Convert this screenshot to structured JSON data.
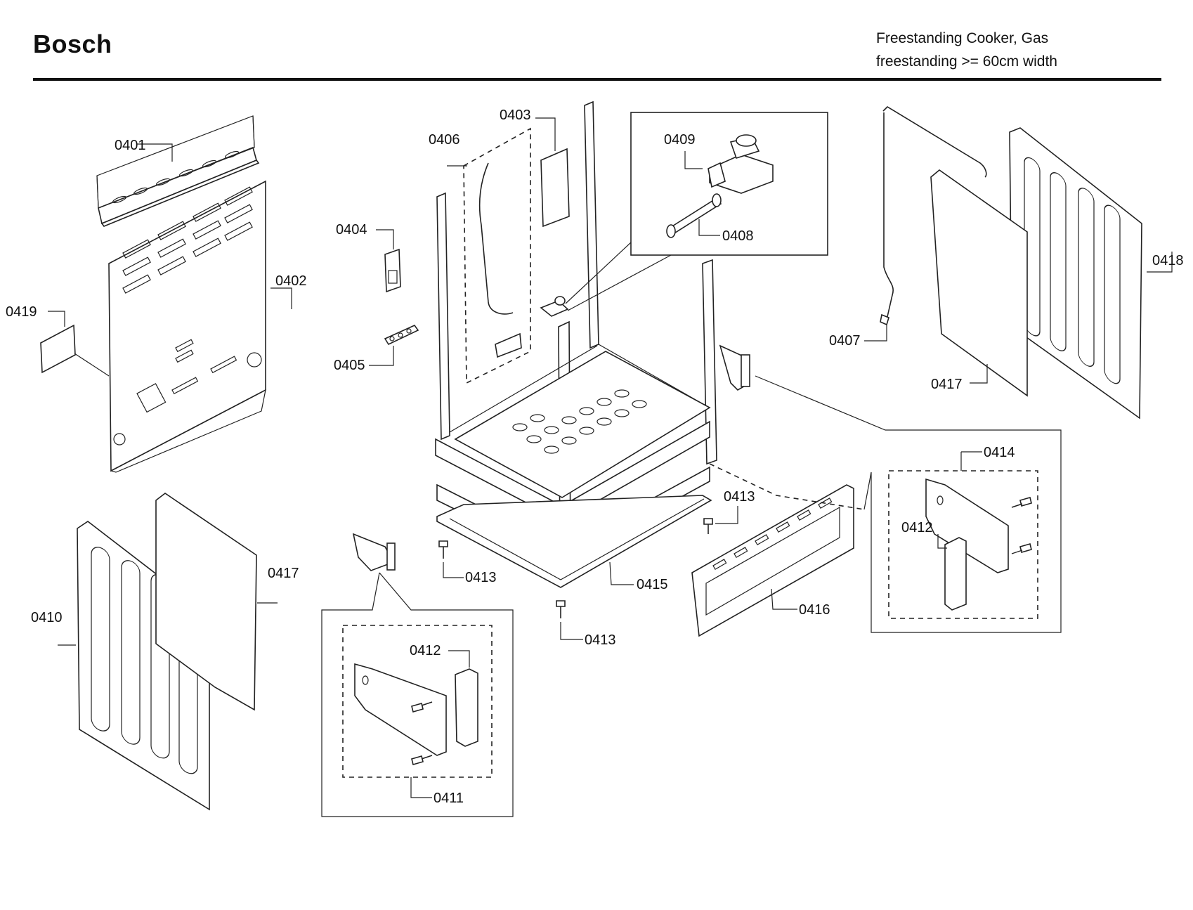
{
  "header": {
    "brand": "Bosch",
    "subtitle_line1": "Freestanding Cooker, Gas",
    "subtitle_line2": "freestanding >= 60cm width"
  },
  "callouts": {
    "c0401": "0401",
    "c0402": "0402",
    "c0403": "0403",
    "c0404": "0404",
    "c0405": "0405",
    "c0406": "0406",
    "c0407": "0407",
    "c0408": "0408",
    "c0409": "0409",
    "c0410": "0410",
    "c0411": "0411",
    "c0412a": "0412",
    "c0412b": "0412",
    "c0413a": "0413",
    "c0413b": "0413",
    "c0413c": "0413",
    "c0414": "0414",
    "c0415": "0415",
    "c0416": "0416",
    "c0417a": "0417",
    "c0417b": "0417",
    "c0418": "0418",
    "c0419": "0419"
  }
}
